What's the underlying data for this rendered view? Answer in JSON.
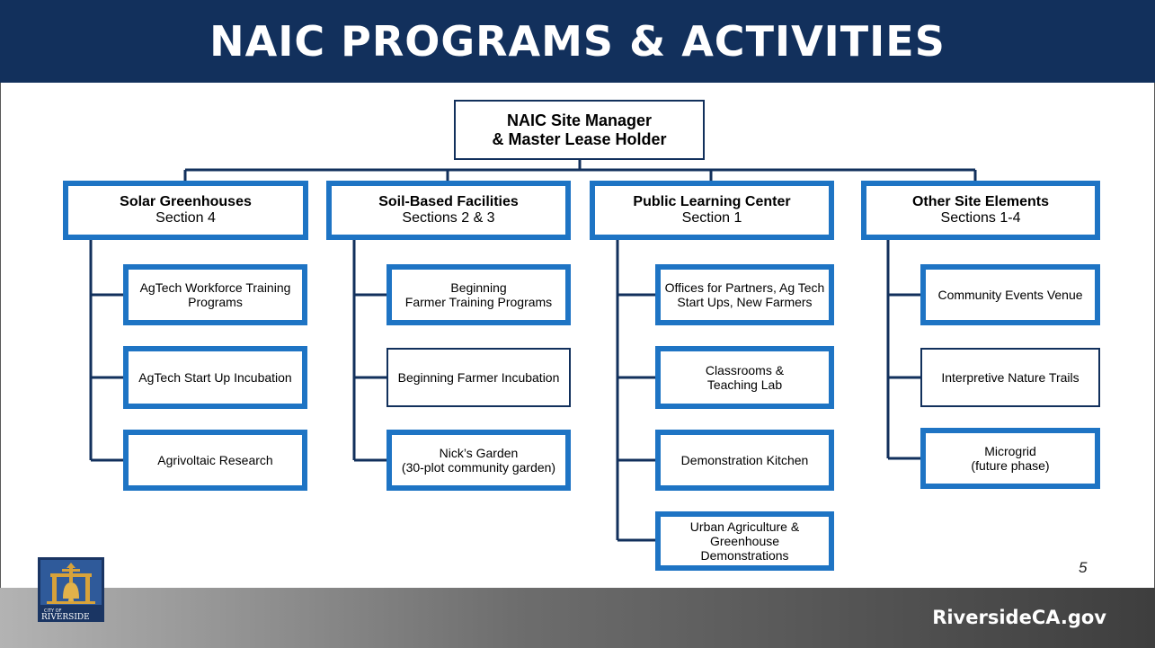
{
  "slide": {
    "title": "NAIC PROGRAMS & ACTIVITIES",
    "page_number": "5",
    "footer_link": "RiversideCA.gov",
    "logo_text_line1": "CITY OF",
    "logo_text_line2": "RIVERSIDE"
  },
  "org": {
    "top": {
      "line1": "NAIC Site Manager",
      "line2": "& Master Lease Holder"
    },
    "columns": [
      {
        "title": "Solar Greenhouses",
        "subtitle": "Section 4",
        "items": [
          {
            "l1": "AgTech Workforce Training",
            "l2": "Programs"
          },
          {
            "l1": "AgTech Start Up Incubation"
          },
          {
            "l1": "Agrivoltaic Research"
          }
        ]
      },
      {
        "title": "Soil-Based Facilities",
        "subtitle": "Sections 2 & 3",
        "items": [
          {
            "l1": "Beginning",
            "l2": "Farmer Training Programs"
          },
          {
            "l1": "Beginning Farmer Incubation"
          },
          {
            "l1": "Nick’s Garden",
            "l2": "(30-plot community garden)"
          }
        ]
      },
      {
        "title": "Public Learning Center",
        "subtitle": "Section 1",
        "items": [
          {
            "l1": "Offices for Partners, Ag Tech",
            "l2": "Start Ups, New Farmers"
          },
          {
            "l1": "Classrooms &",
            "l2": "Teaching Lab"
          },
          {
            "l1": "Demonstration Kitchen"
          },
          {
            "l1": "Urban Agriculture &",
            "l2": "Greenhouse",
            "l3": "Demonstrations"
          }
        ]
      },
      {
        "title": "Other Site Elements",
        "subtitle": "Sections 1-4",
        "items": [
          {
            "l1": "Community Events Venue"
          },
          {
            "l1": "Interpretive Nature Trails"
          },
          {
            "l1": "Microgrid",
            "l2": "(future phase)"
          }
        ]
      }
    ]
  },
  "colors": {
    "header": "#12305c",
    "box_border_accent": "#1e74c4",
    "connector": "#12305c"
  }
}
